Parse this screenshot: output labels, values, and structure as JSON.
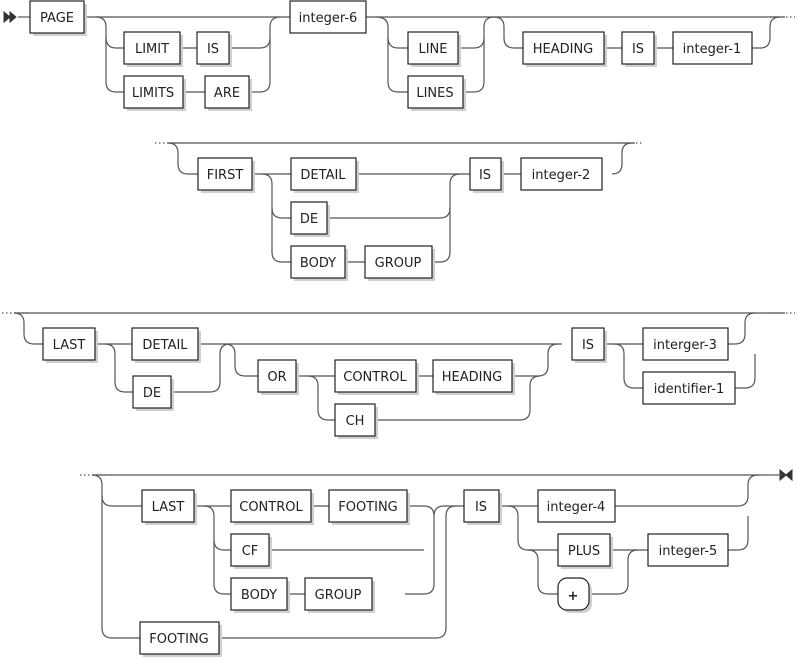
{
  "diagram": {
    "row1": {
      "page": "PAGE",
      "limit": "LIMIT",
      "is_a": "IS",
      "limits": "LIMITS",
      "are": "ARE",
      "integer6": "integer-6",
      "line": "LINE",
      "lines": "LINES",
      "heading": "HEADING",
      "is_b": "IS",
      "integer1": "integer-1"
    },
    "row2": {
      "first": "FIRST",
      "detail": "DETAIL",
      "de": "DE",
      "body": "BODY",
      "group": "GROUP",
      "is": "IS",
      "integer2": "integer-2"
    },
    "row3": {
      "last": "LAST",
      "detail": "DETAIL",
      "de": "DE",
      "or": "OR",
      "control": "CONTROL",
      "heading": "HEADING",
      "ch": "CH",
      "is": "IS",
      "interger3": "interger-3",
      "identifier1": "identifier-1"
    },
    "row4": {
      "last": "LAST",
      "control": "CONTROL",
      "footing": "FOOTING",
      "cf": "CF",
      "body": "BODY",
      "group": "GROUP",
      "footing_alt": "FOOTING",
      "is": "IS",
      "integer4": "integer-4",
      "plus": "PLUS",
      "integer5": "integer-5",
      "plus_sign": "+"
    }
  }
}
